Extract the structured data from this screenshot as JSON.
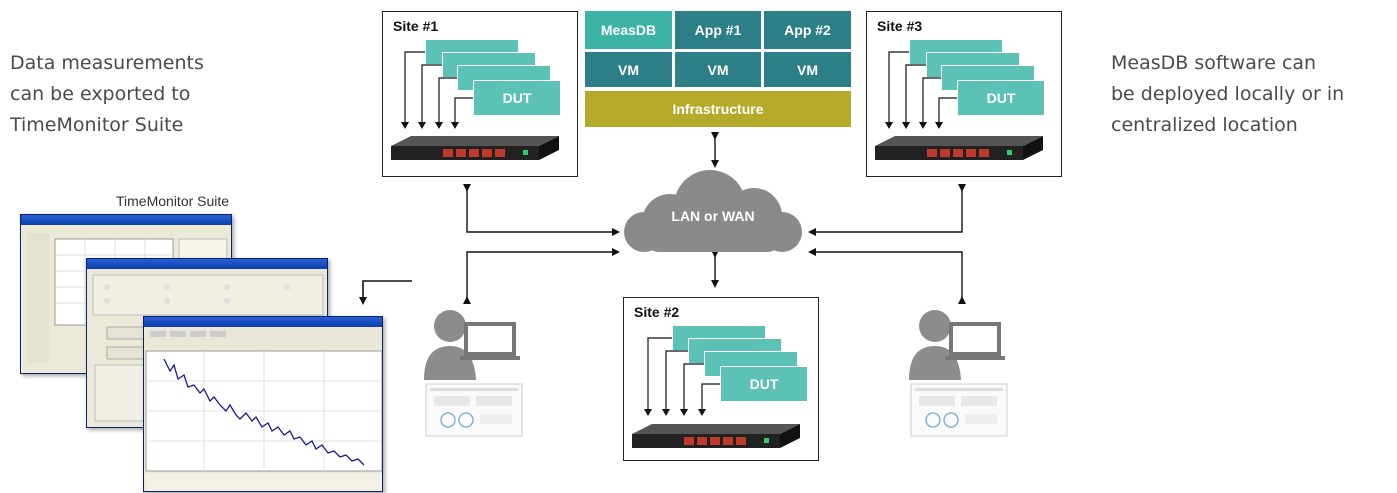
{
  "left_note": {
    "line1": "Data measurements",
    "line2": "can be exported to",
    "line3": "TimeMonitor Suite"
  },
  "right_note": {
    "line1": "MeasDB software can",
    "line2": "be deployed locally or in",
    "line3": "centralized location"
  },
  "timemonitor_label": "TimeMonitor Suite",
  "sites": {
    "site1": {
      "title": "Site #1",
      "dut": "DUT"
    },
    "site2": {
      "title": "Site #2",
      "dut": "DUT"
    },
    "site3": {
      "title": "Site #3",
      "dut": "DUT"
    }
  },
  "stack": {
    "row1": [
      "MeasDB",
      "App #1",
      "App #2"
    ],
    "row2": [
      "VM",
      "VM",
      "VM"
    ],
    "infrastructure": "Infrastructure"
  },
  "cloud_label": "LAN or WAN",
  "colors": {
    "teal_light": "#3db3a7",
    "teal_dark": "#2c7f87",
    "dut_teal": "#5cc1b6",
    "infrastructure_olive": "#b5aa2a",
    "cloud_gray": "#8a8a8a",
    "user_gray": "#8c8c8c"
  },
  "icons": [
    "laptop-user-icon",
    "rack-unit-icon",
    "cloud-icon"
  ]
}
